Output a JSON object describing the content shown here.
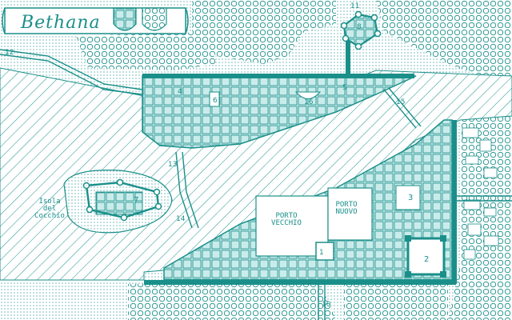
{
  "map_title": "Bethana",
  "island_name_lines": [
    "Isola",
    "del",
    "Cocchio"
  ],
  "harbor_old": [
    "PORTO",
    "VECCHIO"
  ],
  "harbor_new": [
    "PORTO",
    "NUOVO"
  ],
  "location_numbers": {
    "n1": "1",
    "n2": "2",
    "n3": "3",
    "n4": "4",
    "n5": "5",
    "n6": "6",
    "n7": "7",
    "n8": "8",
    "n10": "10",
    "n11": "11",
    "n12": "12",
    "n13": "13",
    "n14": "14",
    "n15": "15",
    "n16": "16"
  },
  "colors": {
    "ink": "#1a8f8a",
    "paper": "#ffffff",
    "light": "#c9ecea"
  },
  "icons": [
    "left-crest-icon",
    "right-crest-icon",
    "scroll-banner-icon"
  ]
}
